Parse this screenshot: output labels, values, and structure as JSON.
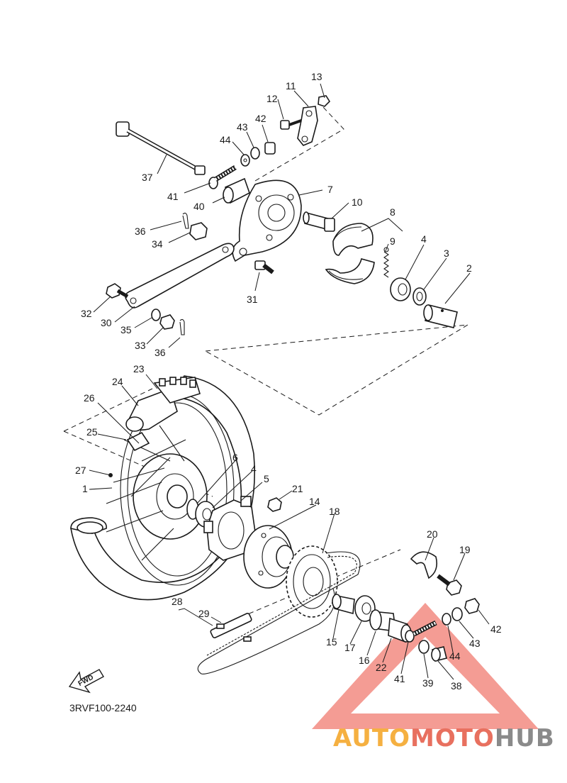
{
  "diagram": {
    "code": "3RVF100-2240",
    "fwd_label": "FWD",
    "callouts": [
      {
        "id": "c13",
        "text": "13"
      },
      {
        "id": "c11",
        "text": "11"
      },
      {
        "id": "c12",
        "text": "12"
      },
      {
        "id": "c42a",
        "text": "42"
      },
      {
        "id": "c43a",
        "text": "43"
      },
      {
        "id": "c44a",
        "text": "44"
      },
      {
        "id": "c37",
        "text": "37"
      },
      {
        "id": "c41a",
        "text": "41"
      },
      {
        "id": "c40",
        "text": "40"
      },
      {
        "id": "c7",
        "text": "7"
      },
      {
        "id": "c10",
        "text": "10"
      },
      {
        "id": "c8",
        "text": "8"
      },
      {
        "id": "c9",
        "text": "9"
      },
      {
        "id": "c4a",
        "text": "4"
      },
      {
        "id": "c3",
        "text": "3"
      },
      {
        "id": "c2",
        "text": "2"
      },
      {
        "id": "c36a",
        "text": "36"
      },
      {
        "id": "c34",
        "text": "34"
      },
      {
        "id": "c31",
        "text": "31"
      },
      {
        "id": "c32",
        "text": "32"
      },
      {
        "id": "c30",
        "text": "30"
      },
      {
        "id": "c35",
        "text": "35"
      },
      {
        "id": "c33",
        "text": "33"
      },
      {
        "id": "c36b",
        "text": "36"
      },
      {
        "id": "c23",
        "text": "23"
      },
      {
        "id": "c24",
        "text": "24"
      },
      {
        "id": "c26",
        "text": "26"
      },
      {
        "id": "c25",
        "text": "25"
      },
      {
        "id": "c27",
        "text": "27"
      },
      {
        "id": "c1",
        "text": "1"
      },
      {
        "id": "c6",
        "text": "6"
      },
      {
        "id": "c4b",
        "text": "4"
      },
      {
        "id": "c5",
        "text": "5"
      },
      {
        "id": "c21",
        "text": "21"
      },
      {
        "id": "c14",
        "text": "14"
      },
      {
        "id": "c18",
        "text": "18"
      },
      {
        "id": "c20",
        "text": "20"
      },
      {
        "id": "c19",
        "text": "19"
      },
      {
        "id": "c28",
        "text": "28"
      },
      {
        "id": "c29",
        "text": "29"
      },
      {
        "id": "c15",
        "text": "15"
      },
      {
        "id": "c17",
        "text": "17"
      },
      {
        "id": "c16",
        "text": "16"
      },
      {
        "id": "c22",
        "text": "22"
      },
      {
        "id": "c41b",
        "text": "41"
      },
      {
        "id": "c39",
        "text": "39"
      },
      {
        "id": "c38",
        "text": "38"
      },
      {
        "id": "c44b",
        "text": "44"
      },
      {
        "id": "c43b",
        "text": "43"
      },
      {
        "id": "c42b",
        "text": "42"
      }
    ]
  },
  "watermark": {
    "part1": "AUTO",
    "part2": "MOTO",
    "part3": "HUB",
    "color_auto": "#f5b041",
    "color_moto": "#e8705f",
    "color_hub": "#8a8a8a",
    "triangle_color": "#f07b70"
  }
}
